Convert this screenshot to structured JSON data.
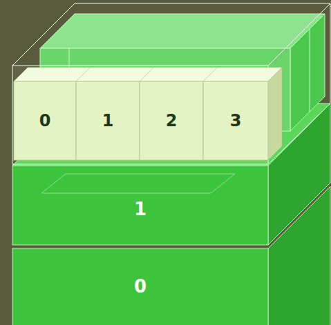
{
  "diagram": {
    "nodes": [
      {
        "text": [
          "0"
        ]
      },
      {
        "text": [
          "1"
        ]
      },
      {
        "text": [
          "2"
        ]
      },
      {
        "text": [
          "3"
        ]
      },
      {
        "text": [
          "1"
        ]
      },
      {
        "text": [
          "0"
        ]
      }
    ]
  }
}
